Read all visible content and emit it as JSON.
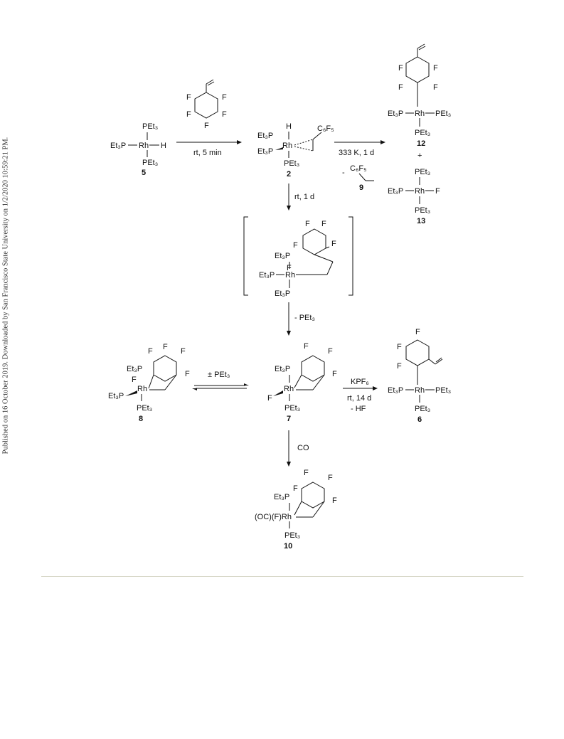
{
  "side_note": "Published on 16 October 2019. Downloaded by San Francisco State University on 1/2/2020 10:59:21 PM.",
  "labels": {
    "PEt3": "PEt₃",
    "Et3P": "Et₃P",
    "Rh": "Rh",
    "H": "H",
    "F": "F",
    "C6F5": "C₆F₅",
    "OCFRh": "(OC)(F)Rh",
    "plus": "+",
    "minus": "-"
  },
  "compounds": {
    "c5": "5",
    "c2": "2",
    "c12": "12",
    "c13": "13",
    "c9": "9",
    "c8": "8",
    "c7": "7",
    "c6": "6",
    "c10": "10"
  },
  "conditions": {
    "r1": "rt, 5 min",
    "r2": "333 K, 1 d",
    "r3": "rt, 1 d",
    "r4": "- PEt₃",
    "r5": "± PEt₃",
    "r6a": "KPF₆",
    "r6b": "rt, 14 d",
    "r6c": "- HF",
    "r7": "CO"
  }
}
